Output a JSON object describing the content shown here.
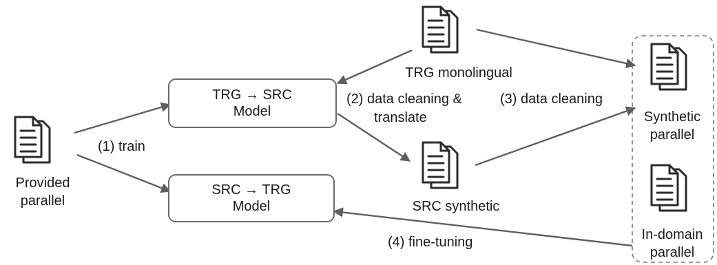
{
  "nodes": {
    "provided_parallel": [
      "Provided",
      "parallel"
    ],
    "trg_src_model": [
      "TRG → SRC",
      "Model"
    ],
    "src_trg_model": [
      "SRC → TRG",
      "Model"
    ],
    "trg_monolingual": [
      "TRG monolingual"
    ],
    "src_synthetic": [
      "SRC synthetic"
    ],
    "synthetic_parallel": [
      "Synthetic",
      "parallel"
    ],
    "in_domain_parallel": [
      "In-domain",
      "parallel"
    ]
  },
  "edges": {
    "train": [
      "(1) train"
    ],
    "clean_translate": [
      "(2) data cleaning &",
      "translate"
    ],
    "data_cleaning": [
      "(3) data cleaning"
    ],
    "fine_tuning": [
      "(4) fine-tuning"
    ]
  },
  "icons": {
    "document": "document-stack-icon"
  }
}
